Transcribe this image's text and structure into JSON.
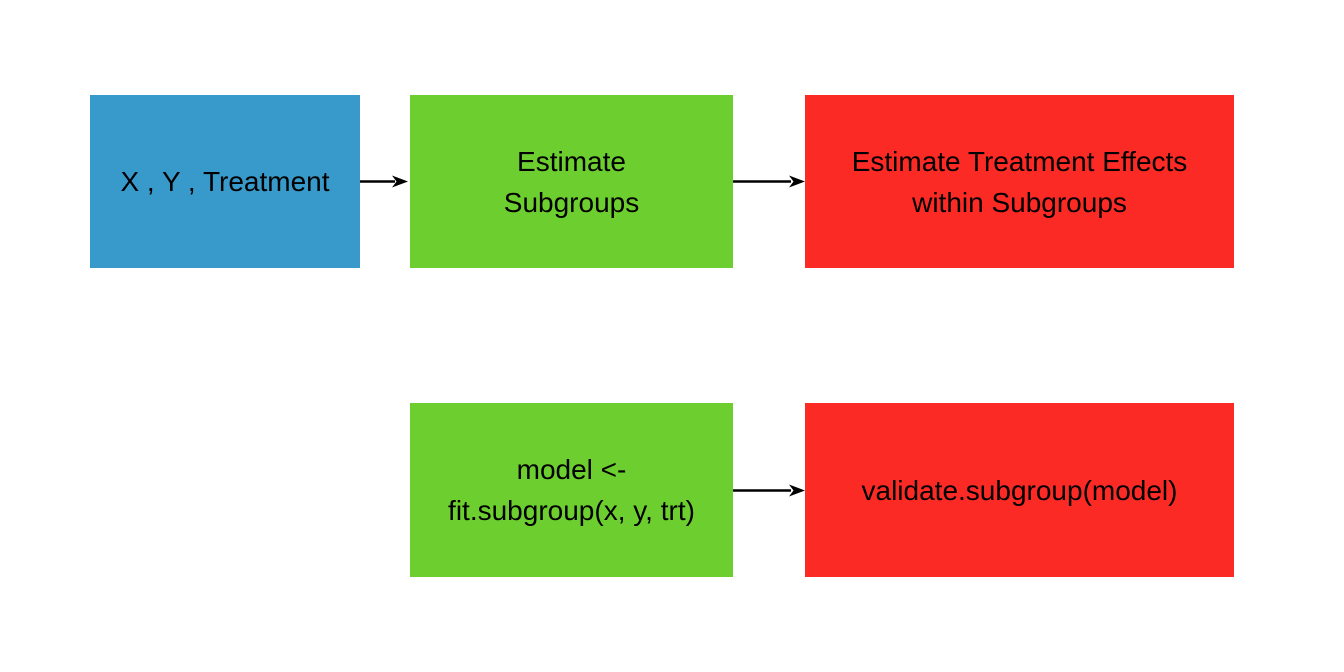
{
  "diagram": {
    "title": "subgroup analysis workflow flowchart",
    "background": "#FFFFFF",
    "colors": {
      "input_box": "#389ACB",
      "process_box": "#6CCE2F",
      "output_box": "#FC2A25",
      "arrow": "#000000",
      "text": "#000000"
    },
    "nodes": [
      {
        "id": "data-input",
        "label": "X , Y , Treatment",
        "lines": [
          "X , Y , Treatment"
        ],
        "role": "input",
        "color": "#389ACB"
      },
      {
        "id": "estimate-subgroups",
        "label": "Estimate Subgroups",
        "lines": [
          "Estimate",
          "Subgroups"
        ],
        "role": "process",
        "color": "#6CCE2F"
      },
      {
        "id": "estimate-treatment-effects",
        "label": "Estimate Treatment Effects within Subgroups",
        "lines": [
          "Estimate Treatment Effects",
          "within Subgroups"
        ],
        "role": "output",
        "color": "#FC2A25"
      },
      {
        "id": "fit-subgroup-code",
        "label": "model <- fit.subgroup(x, y, trt)",
        "lines": [
          "model <-",
          "fit.subgroup(x, y, trt)"
        ],
        "role": "process",
        "color": "#6CCE2F"
      },
      {
        "id": "validate-subgroup-code",
        "label": "validate.subgroup(model)",
        "lines": [
          "validate.subgroup(model)"
        ],
        "role": "output",
        "color": "#FC2A25"
      }
    ],
    "edges": [
      {
        "from": "data-input",
        "to": "estimate-subgroups"
      },
      {
        "from": "estimate-subgroups",
        "to": "estimate-treatment-effects"
      },
      {
        "from": "fit-subgroup-code",
        "to": "validate-subgroup-code"
      }
    ]
  }
}
